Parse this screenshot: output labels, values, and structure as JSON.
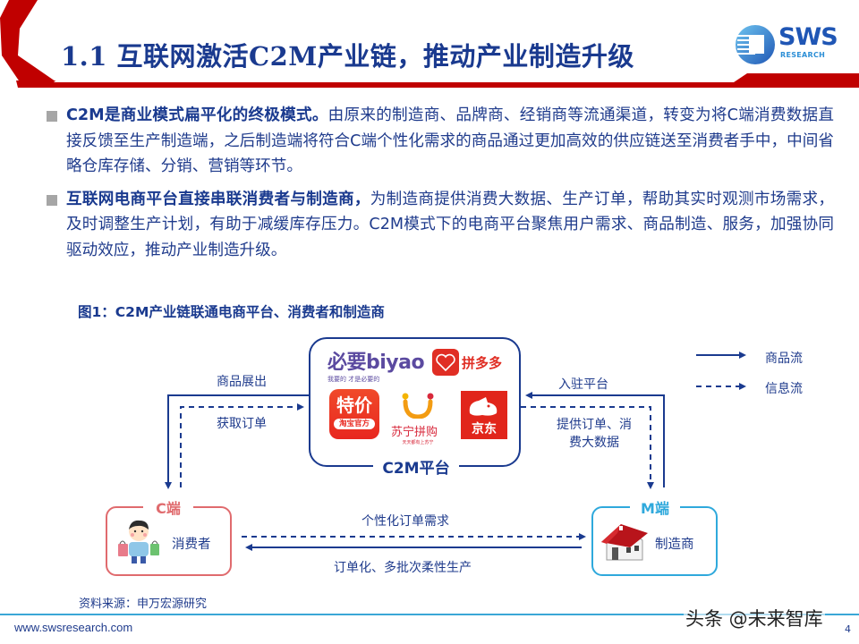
{
  "header": {
    "title": "1.1 互联网激活C2M产业链，推动产业制造升级",
    "accent_color": "#c00000",
    "logo": {
      "name": "SWS",
      "sub": "RESEARCH",
      "color": "#1f56b5"
    }
  },
  "bullets": [
    {
      "bold": "C2M是商业模式扁平化的终极模式。",
      "text": "由原来的制造商、品牌商、经销商等流通渠道，转变为将C端消费数据直接反馈至生产制造端，之后制造端将符合C端个性化需求的商品通过更加高效的供应链送至消费者手中，中间省略仓库存储、分销、营销等环节。"
    },
    {
      "bold": "互联网电商平台直接串联消费者与制造商，",
      "text": "为制造商提供消费大数据、生产订单，帮助其实时观测市场需求，及时调整生产计划，有助于减缓库存压力。C2M模式下的电商平台聚焦用户需求、商品制造、服务，加强协同驱动效应，推动产业制造升级。"
    }
  ],
  "figure": {
    "title": "图1：C2M产业链联通电商平台、消费者和制造商",
    "platform": {
      "label": "C2M平台",
      "brands": {
        "biyao": {
          "main": "必要biyao",
          "sub": "我要的 才是必要的"
        },
        "pinduoduo": "拼多多",
        "taobao_tejia": {
          "main": "特价",
          "sub": "淘宝官方"
        },
        "suning": {
          "main": "苏宁拼购",
          "sub": "天天都有上苏宁"
        },
        "jd": "京东"
      }
    },
    "c_end": {
      "label": "C端",
      "name": "消费者",
      "color": "#e06b6e"
    },
    "m_end": {
      "label": "M端",
      "name": "制造商",
      "color": "#2fa9dc"
    },
    "flows": {
      "platform_to_c": "商品展出",
      "c_to_platform": "获取订单",
      "m_to_platform": "入驻平台",
      "platform_to_m": [
        "提供订单、消",
        "费大数据"
      ],
      "c_to_m": "个性化订单需求",
      "m_to_c": "订单化、多批次柔性生产"
    },
    "legend": [
      {
        "style": "solid",
        "label": "商品流"
      },
      {
        "style": "dashed",
        "label": "信息流"
      }
    ],
    "line_color": "#1a3a8f"
  },
  "footer": {
    "source": "资料来源：申万宏源研究",
    "url": "www.swsresearch.com",
    "watermark": "头条 @未来智库",
    "page": "4"
  }
}
